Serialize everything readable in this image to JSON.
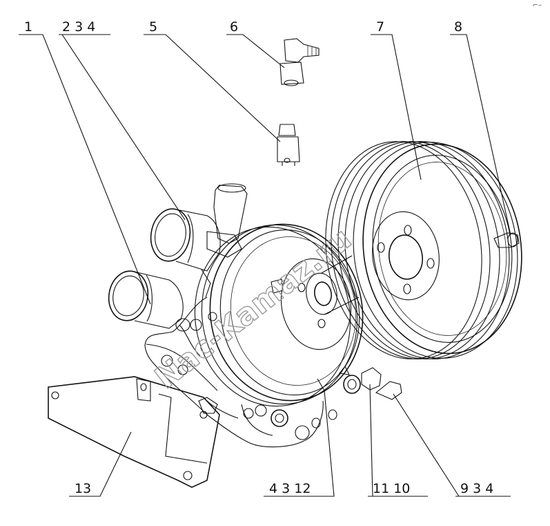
{
  "callouts": {
    "c1": "1",
    "c234_top": "2 3 4",
    "c5": "5",
    "c6": "6",
    "c7": "7",
    "c8": "8",
    "c13": "13",
    "c4312": "4 3 12",
    "c1110": "11 10",
    "c934": "9 3 4"
  },
  "watermark": {
    "text": "Naс-Kamaz.ru",
    "color": "#9a9a9a"
  },
  "corner_mark": "⌐‒"
}
